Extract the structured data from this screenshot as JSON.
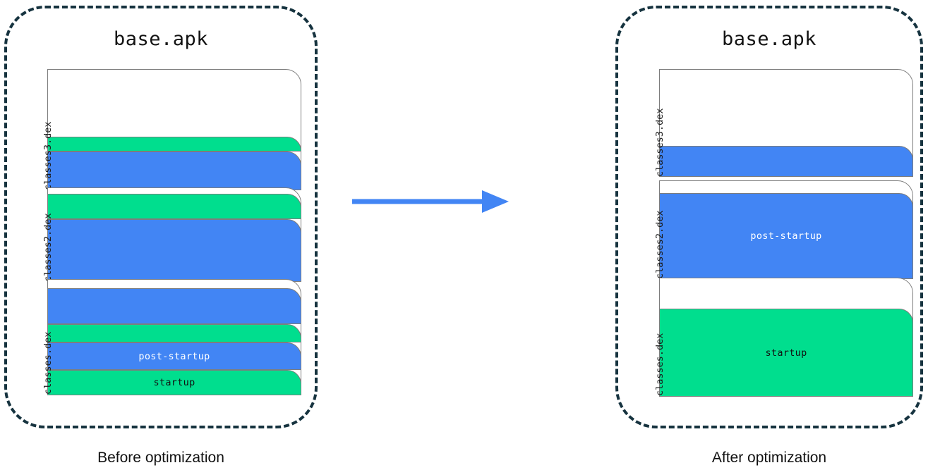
{
  "diagram": {
    "title_left": "base.apk",
    "title_right": "base.apk",
    "caption_left": "Before optimization",
    "caption_right": "After optimization",
    "arrow_label": "transforms-into-arrow",
    "colors": {
      "startup": "#00de8e",
      "post_startup": "#4285f4",
      "panel_border": "#16333f",
      "block_border": "#7d7d7d",
      "arrow": "#4285f4",
      "background": "#ffffff"
    }
  },
  "before": {
    "panel_title": "base.apk",
    "caption": "Before optimization",
    "dex_files": [
      {
        "label": "classes3.dex",
        "slices": [
          {
            "kind": "post-startup",
            "text": ""
          },
          {
            "kind": "startup",
            "text": ""
          }
        ]
      },
      {
        "label": "classes2.dex",
        "slices": [
          {
            "kind": "post-startup",
            "text": ""
          },
          {
            "kind": "startup",
            "text": ""
          }
        ]
      },
      {
        "label": "classes.dex",
        "slices": [
          {
            "kind": "startup",
            "text": "startup"
          },
          {
            "kind": "post-startup",
            "text": "post-startup"
          },
          {
            "kind": "startup",
            "text": ""
          },
          {
            "kind": "post-startup",
            "text": ""
          }
        ]
      }
    ]
  },
  "after": {
    "panel_title": "base.apk",
    "caption": "After optimization",
    "dex_files": [
      {
        "label": "classes3.dex",
        "slices": [
          {
            "kind": "post-startup",
            "text": ""
          }
        ]
      },
      {
        "label": "classes2.dex",
        "slices": [
          {
            "kind": "post-startup",
            "text": "post-startup"
          }
        ]
      },
      {
        "label": "classes.dex",
        "slices": [
          {
            "kind": "startup",
            "text": "startup"
          }
        ]
      }
    ]
  },
  "legend": {
    "startup_label": "startup",
    "post_startup_label": "post-startup"
  }
}
